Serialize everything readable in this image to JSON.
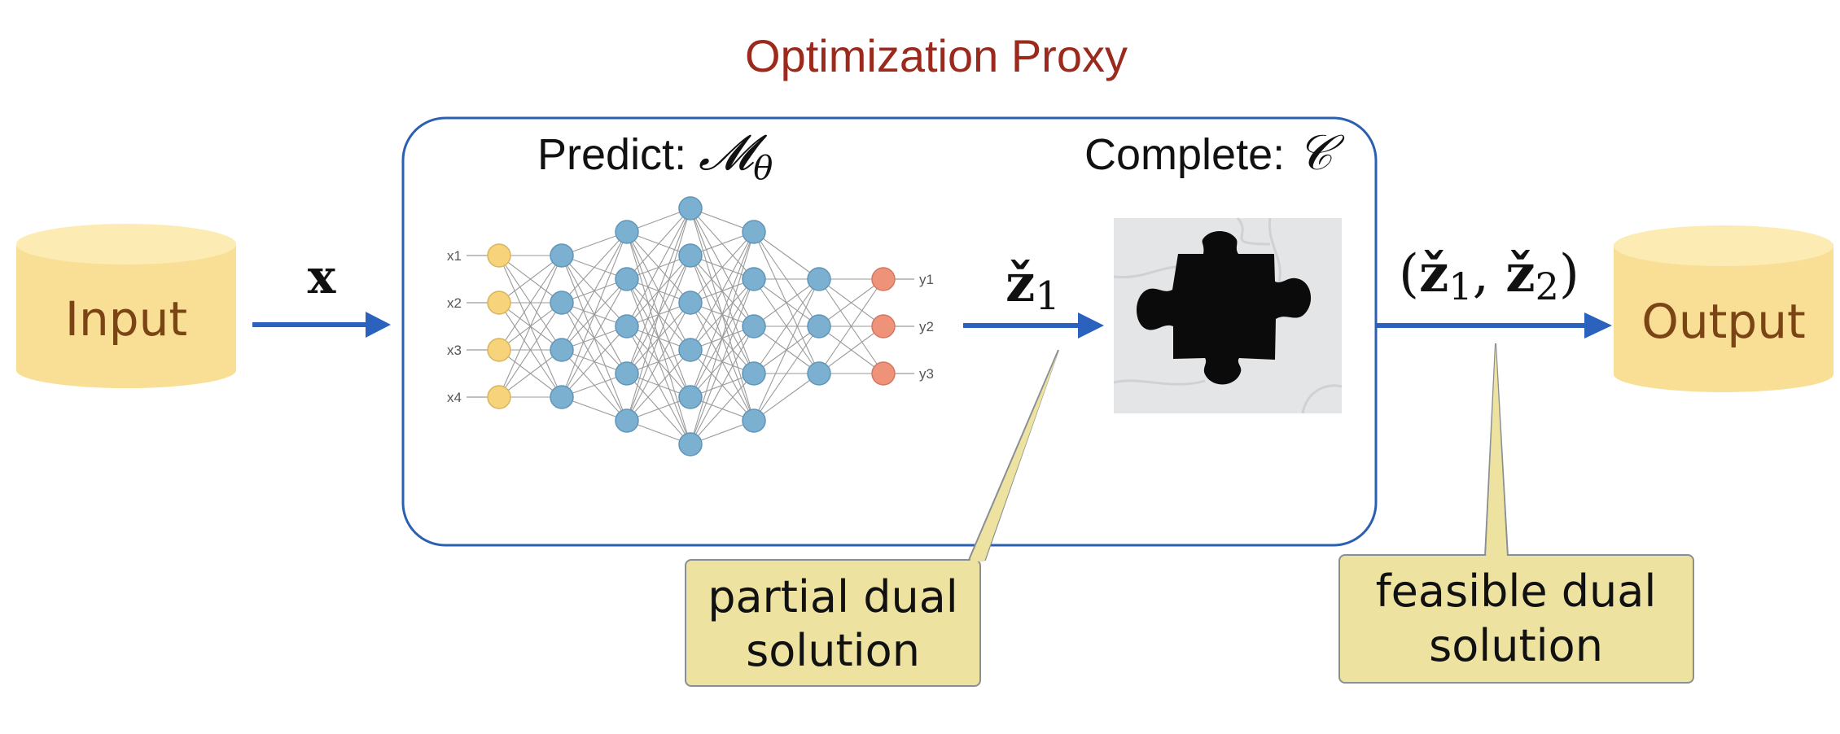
{
  "title": "Optimization Proxy",
  "input_label": "Input",
  "output_label": "Output",
  "x_label": "x",
  "predict": {
    "label": "Predict: ",
    "symbol": "𝓜",
    "sub": "θ"
  },
  "complete": {
    "label": "Complete: ",
    "symbol": "𝒞"
  },
  "z1_label": {
    "base": "ž",
    "sub": "1"
  },
  "z12_label": {
    "open": "(",
    "z1": "ž",
    "sub1": "1",
    "comma": ", ",
    "z2": "ž",
    "sub2": "2",
    "close": ")"
  },
  "network": {
    "inputs": [
      "x1",
      "x2",
      "x3",
      "x4"
    ],
    "outputs": [
      "y1",
      "y2",
      "y3"
    ],
    "layer_sizes": [
      4,
      4,
      5,
      6,
      5,
      3,
      3
    ]
  },
  "callouts": {
    "partial": [
      "partial dual",
      "solution"
    ],
    "feasible": [
      "feasible dual",
      "solution"
    ]
  },
  "colors": {
    "title": "#9b2a1c",
    "cylinder_top": "#fcecb4",
    "cylinder_body": "#f8df95",
    "cylinder_text": "#7a4414",
    "frame": "#2b5fb0",
    "arrow": "#2a62bd",
    "callout_fill": "#ede2a0",
    "callout_stroke": "#8a8f93",
    "node_input": "#f7d47c",
    "node_hidden": "#7cb0d0",
    "node_output": "#ee927a",
    "puzzle_bg": "#e4e5e7"
  }
}
